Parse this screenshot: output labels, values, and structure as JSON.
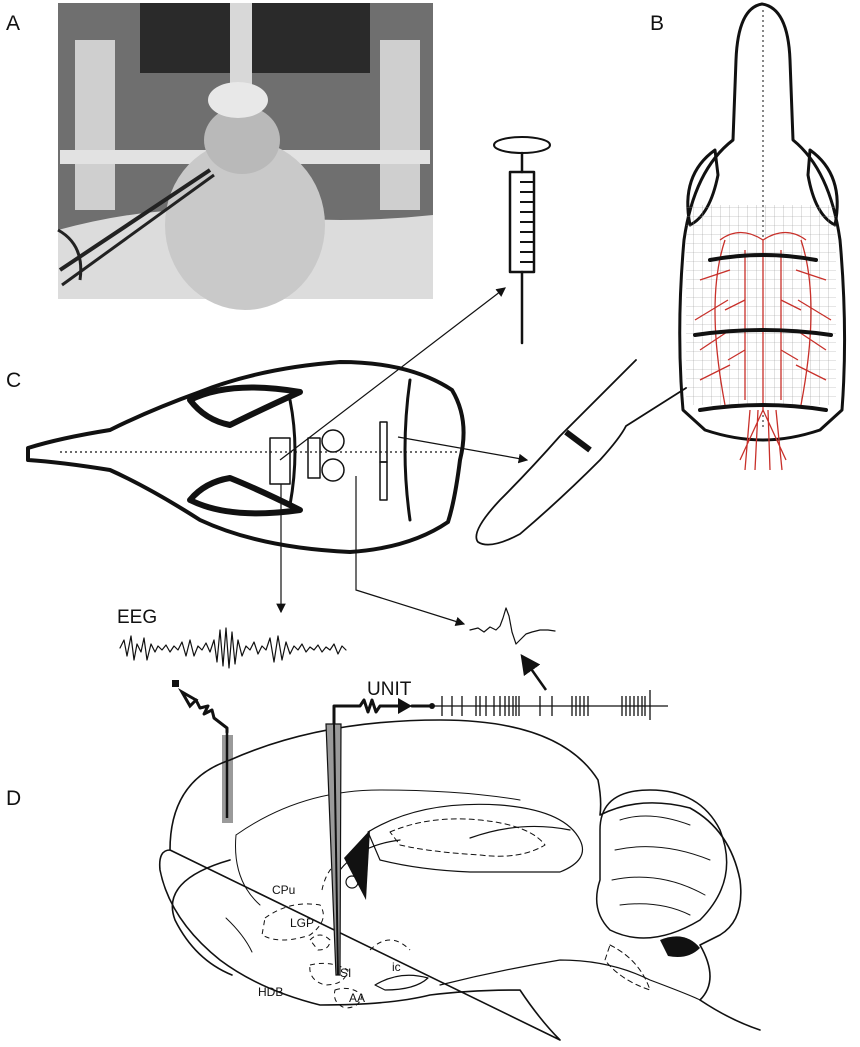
{
  "panels": {
    "a": "A",
    "b": "B",
    "c": "C",
    "d": "D"
  },
  "signals": {
    "eeg": "EEG",
    "unit": "UNIT"
  },
  "regions": {
    "cpu": "CPu",
    "lgp": "LGP",
    "si": "SI",
    "hdb": "HDB",
    "aa": "AA",
    "ic": "ic"
  },
  "colors": {
    "ink": "#111111",
    "vessels": "#c8302a",
    "grid": "#9a9a9a",
    "electrode_gray": "#9a9a9a",
    "photo_gray": "#6f6f6f"
  },
  "icons": {
    "syringe": "syringe-icon",
    "stimulation_probe": "probe-icon",
    "recording_electrode": "electrode-icon"
  }
}
